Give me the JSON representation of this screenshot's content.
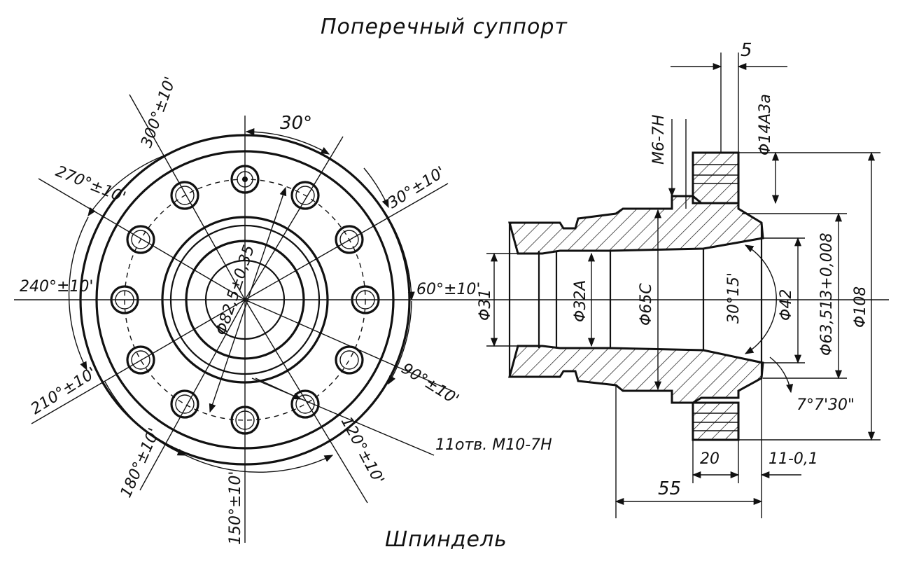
{
  "title_top": "Поперечный суппорт",
  "title_bottom": "Шпиндель",
  "front_view": {
    "angles": {
      "a300": "300°±10'",
      "a270": "270°±10'",
      "a240": "240°±10'",
      "a210": "210°±10'",
      "a180": "180°±10'",
      "a150": "150°±10'",
      "a120": "120°±10'",
      "a90": "90°±10'",
      "a60": "60°±10'",
      "a30": "30°±10'",
      "pitch": "30°"
    },
    "circle_dia": "Φ82,5±0,35",
    "holes_note": "11отв. M10-7H"
  },
  "section_view": {
    "d31": "Φ31",
    "d32": "Φ32A",
    "d65": "Φ65C",
    "angle_cone": "30°15'",
    "d42": "Φ42",
    "d63": "Φ63,513+0,008",
    "d108": "Φ108",
    "thread": "M6-7H",
    "d14": "Φ14A3a",
    "dim5": "5",
    "angle7": "7°7'30\"",
    "dim20": "20",
    "dim11": "11-0,1",
    "dim55": "55"
  }
}
